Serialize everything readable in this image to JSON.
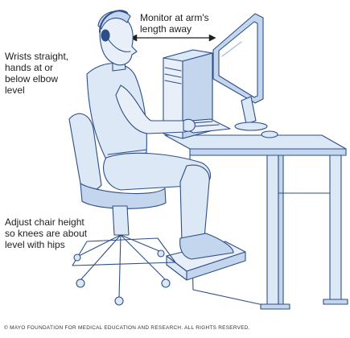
{
  "labels": {
    "monitor": [
      "Monitor at arm's",
      "length away"
    ],
    "wrists": [
      "Wrists straight,",
      "hands at or",
      "below elbow",
      "level"
    ],
    "chair": [
      "Adjust chair height",
      "so knees are about",
      "level with hips"
    ]
  },
  "credit": "© MAYO FOUNDATION FOR MEDICAL EDUCATION AND RESEARCH. ALL RIGHTS RESERVED.",
  "colors": {
    "line": "#2d4f86",
    "fill": "#dde8f6",
    "shade": "#c4d6ee"
  }
}
